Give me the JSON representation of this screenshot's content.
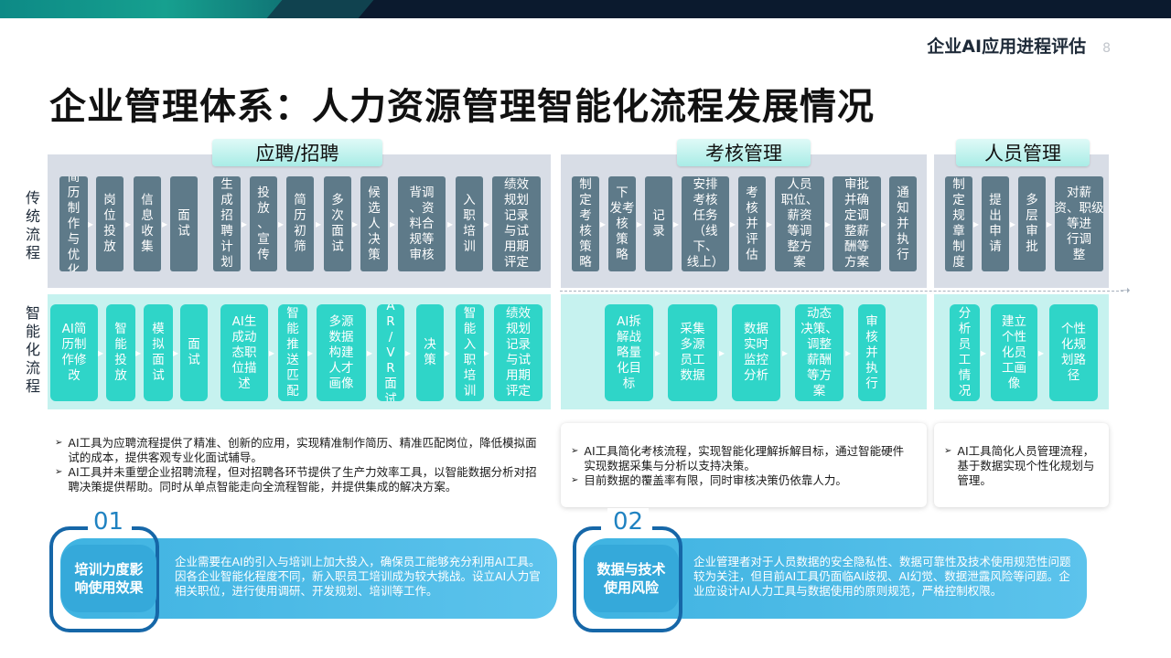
{
  "header": {
    "title": "企业AI应用进程评估",
    "page_number": "8"
  },
  "main_title": "企业管理体系：人力资源管理智能化流程发展情况",
  "row_labels": {
    "traditional": "传\n统\n流\n程",
    "ai": "智\n能\n化\n流\n程"
  },
  "sections": {
    "recruit": {
      "title": "应聘/招聘"
    },
    "assess": {
      "title": "考核管理"
    },
    "staff": {
      "title": "人员管理"
    }
  },
  "traditional": {
    "recruit": [
      "简\n历\n制\n作\n与\n优\n化",
      "岗\n位\n投\n放",
      "信\n息\n收\n集",
      "面\n试",
      "生\n成\n招\n聘\n计\n划",
      "投\n放\n、\n宣\n传",
      "简\n历\n初\n筛",
      "多\n次\n面\n试",
      "候\n选\n人\n决\n策",
      "背调\n、资\n料合\n规等\n审核",
      "入\n职\n培\n训",
      "绩效\n规划\n记录\n与试\n用期\n评定"
    ],
    "assess": [
      "制\n定\n考\n核\n策\n略",
      "下\n发考\n核\n策\n略",
      "记\n录",
      "安排\n考核\n任务\n（线\n下、\n线上）",
      "考\n核\n并\n评\n估",
      "人员\n职位、\n薪资\n等调\n整方\n案",
      "审批\n并确\n定调\n整薪\n酬等\n方案",
      "通\n知\n并\n执\n行"
    ],
    "staff": [
      "制\n定\n规\n章\n制\n度",
      "提\n出\n申\n请",
      "多\n层\n审\n批",
      "对薪\n资、职级\n等进\n行调\n整"
    ]
  },
  "ai": {
    "recruit": [
      "AI简\n历制\n作修\n改",
      "智\n能\n投\n放",
      "模\n拟\n面\n试",
      "面\n试",
      "AI生\n成动\n态职\n位描\n述",
      "智\n能\n推\n送\n匹\n配",
      "多源\n数据\n构建\n人才\n画像",
      "A\nR\n/\nV\nR\n面\n试",
      "决\n策",
      "智\n能\n入\n职\n培\n训",
      "绩效\n规划\n记录\n与试\n用期\n评定"
    ],
    "assess": [
      "AI拆\n解战\n略量\n化目\n标",
      "采集\n多源\n员工\n数据",
      "数据\n实时\n监控\n分析",
      "动态\n决策、\n调整\n薪酬\n等方\n案",
      "审\n核\n并\n执\n行"
    ],
    "staff": [
      "分\n析\n员\n工\n情\n况",
      "建立\n个性\n化员\n工画\n像",
      "个性\n化规\n划路\n径"
    ]
  },
  "notes": {
    "recruit": [
      "AI工具为应聘流程提供了精准、创新的应用，实现精准制作简历、精准匹配岗位，降低模拟面试的成本，提供客观专业化面试辅导。",
      "AI工具并未重塑企业招聘流程，但对招聘各环节提供了生产力效率工具，以智能数据分析对招聘决策提供帮助。同时从单点智能走向全流程智能，并提供集成的解决方案。"
    ],
    "assess": [
      "AI工具简化考核流程，实现智能化理解拆解目标，通过智能硬件实现数据采集与分析以支持决策。",
      "目前数据的覆盖率有限，同时审核决策仍依靠人力。"
    ],
    "staff": [
      "AI工具简化人员管理流程，基于数据实现个性化规划与管理。"
    ]
  },
  "challenges": [
    {
      "number": "01",
      "label": "培训力度影\n响使用效果",
      "text": "企业需要在AI的引入与培训上加大投入，确保员工能够充分利用AI工具。因各企业智能化程度不同，新入职员工培训成为较大挑战。设立AI人力官相关职位，进行使用调研、开发规划、培训等工作。"
    },
    {
      "number": "02",
      "label": "数据与技术\n使用风险",
      "text": "企业管理者对于人员数据的安全隐私性、数据可靠性及技术使用规范性问题较为关注，但目前AI工具仍面临AI歧视、AI幻觉、数据泄露风险等问题。企业应设计AI人力工具与数据使用的原则规范，严格控制权限。"
    }
  ],
  "colors": {
    "traditional_box": "#5e7a89",
    "ai_box": "#2fd5c8",
    "challenge_pill": "#3fb3e1",
    "bracket": "#1667a8"
  },
  "bullet_glyph": "➢"
}
